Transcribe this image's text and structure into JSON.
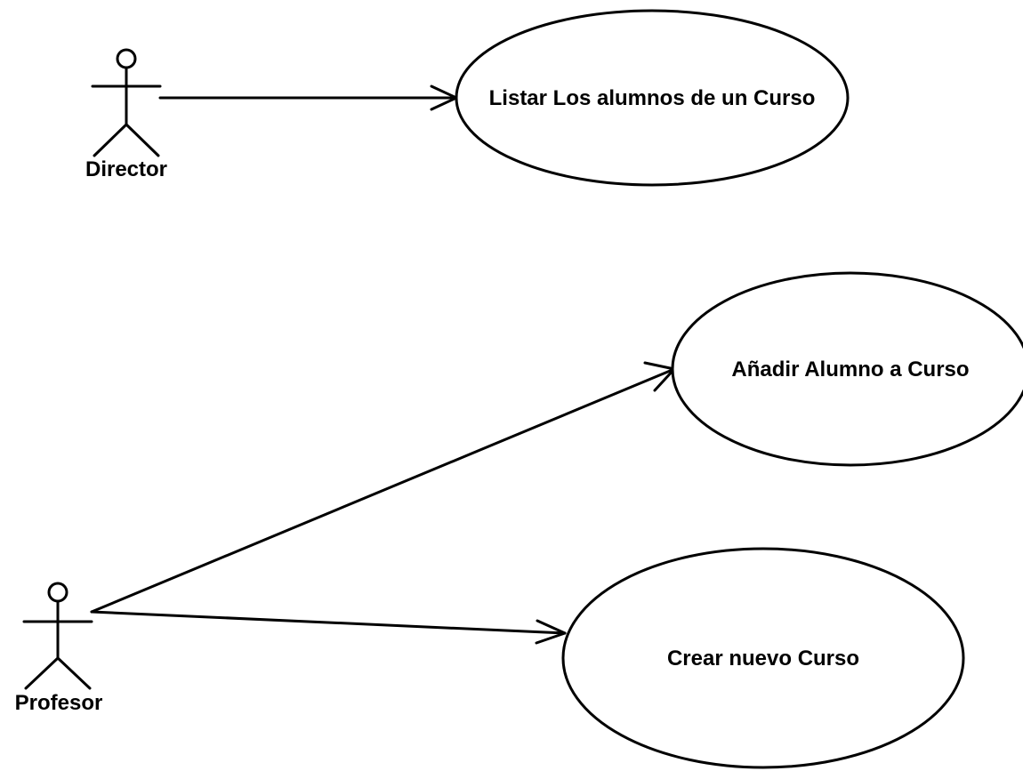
{
  "actors": {
    "director": {
      "name": "Director"
    },
    "profesor": {
      "name": "Profesor"
    }
  },
  "use_cases": {
    "listar": {
      "label": "Listar Los alumnos de un Curso"
    },
    "anadir": {
      "label": "Añadir Alumno a Curso"
    },
    "crear": {
      "label": "Crear nuevo Curso"
    }
  },
  "associations": [
    {
      "from": "Director",
      "to": "Listar Los alumnos de un Curso",
      "arrowhead": "open"
    },
    {
      "from": "Profesor",
      "to": "Añadir Alumno a Curso",
      "arrowhead": "open"
    },
    {
      "from": "Profesor",
      "to": "Crear nuevo Curso",
      "arrowhead": "open"
    }
  ],
  "style": {
    "line_color": "#000000",
    "background": "#ffffff"
  }
}
